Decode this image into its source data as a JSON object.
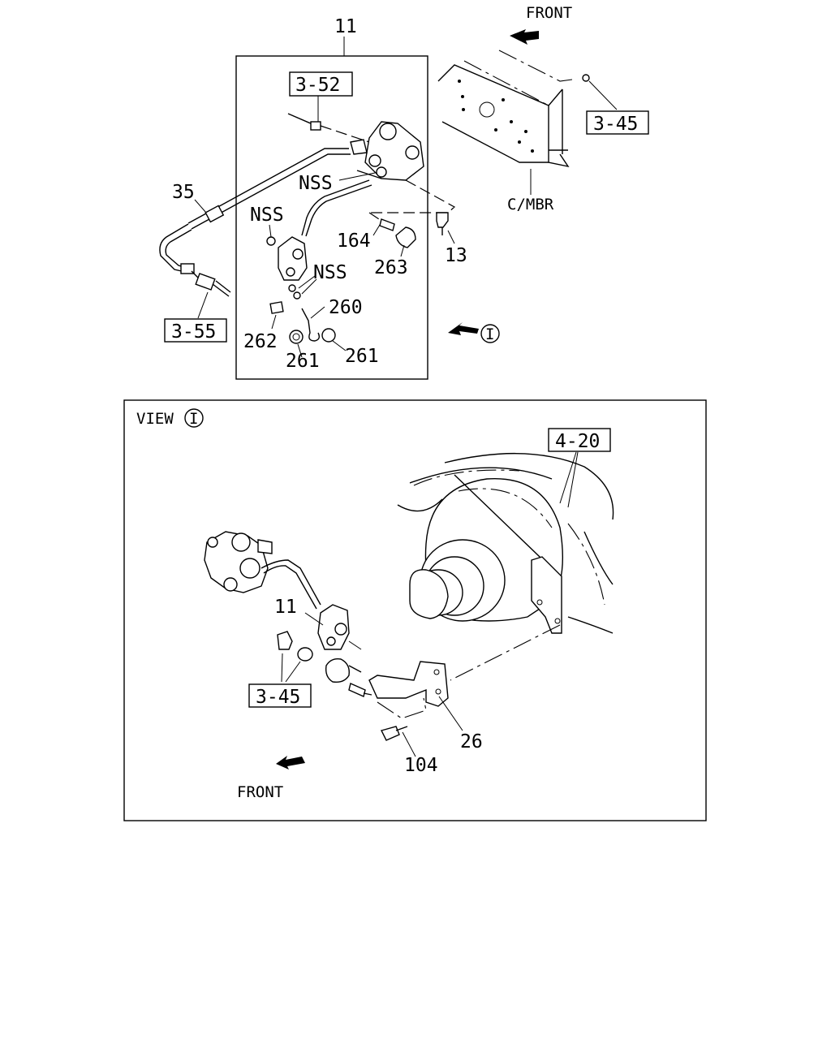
{
  "top_view": {
    "assembly_label": "11",
    "front_label": "FRONT",
    "frame_label": "C/MBR",
    "refs": {
      "r352": "3-52",
      "r345": "3-45",
      "r355": "3-55"
    },
    "parts": {
      "p35": "35",
      "nss1": "NSS",
      "nss2": "NSS",
      "nss3": "NSS",
      "p164": "164",
      "p263": "263",
      "p13": "13",
      "p260": "260",
      "p262": "262",
      "p261a": "261",
      "p261b": "261"
    },
    "view_marker": "I"
  },
  "view_i": {
    "title": "VIEW",
    "marker": "I",
    "refs": {
      "r420": "4-20",
      "r345": "3-45"
    },
    "parts": {
      "p11": "11",
      "p26": "26",
      "p104": "104"
    },
    "front_label": "FRONT"
  }
}
